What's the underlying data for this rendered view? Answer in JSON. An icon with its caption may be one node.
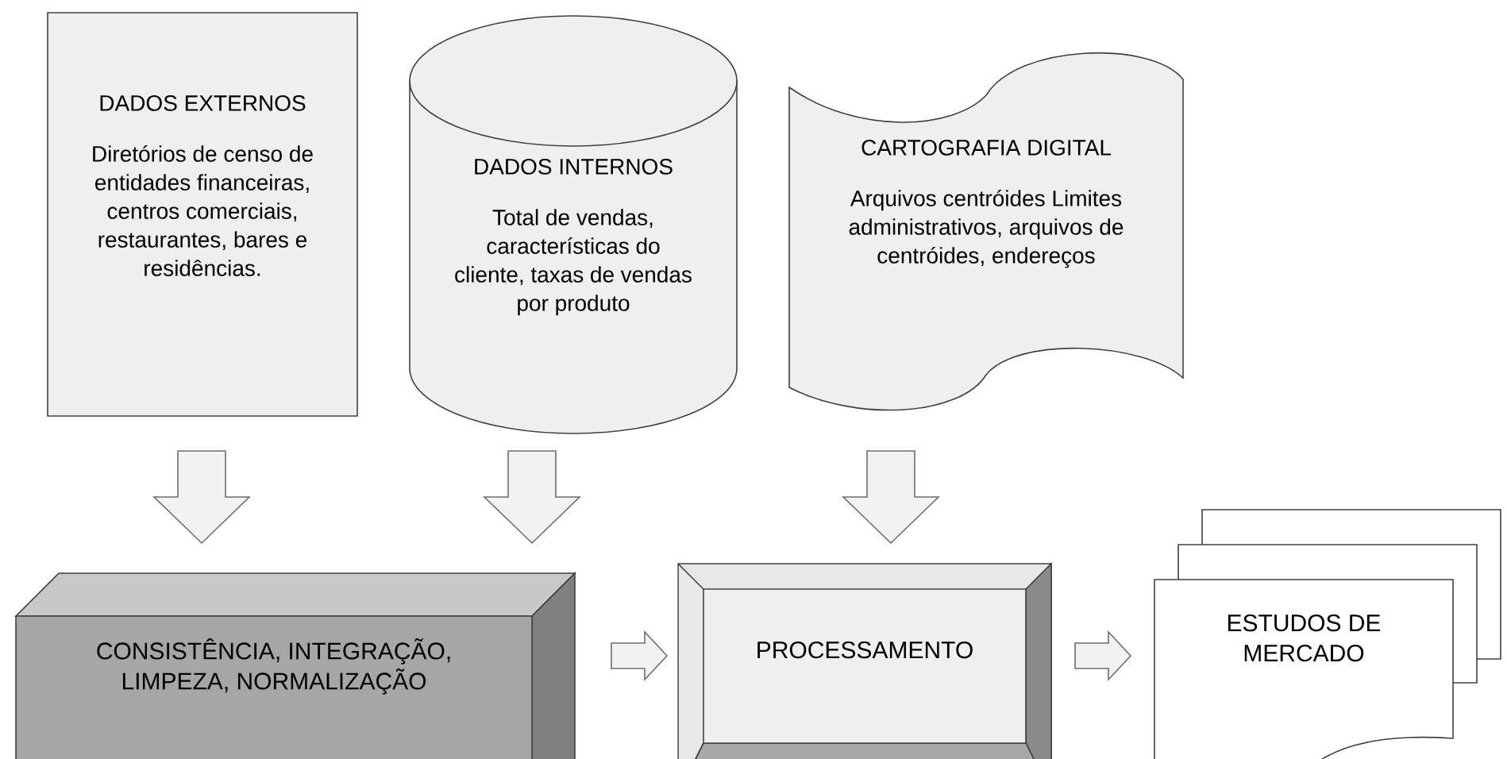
{
  "diagram": {
    "nodes": [
      {
        "text": [
          "DADOS EXTERNOS",
          "Diretórios de censo de entidades financeiras, centros comerciais, restaurantes, bares e residências."
        ]
      },
      {
        "text": [
          "DADOS INTERNOS",
          "Total de vendas, características do cliente, taxas de vendas por produto"
        ]
      },
      {
        "text": [
          "CARTOGRAFIA DIGITAL",
          "Arquivos centróides Limites administrativos, arquivos de centróides, endereços"
        ]
      },
      {
        "text": [
          "CONSISTÊNCIA, INTEGRAÇÃO, LIMPEZA, NORMALIZAÇÃO"
        ]
      },
      {
        "text": [
          "PROCESSAMENTO"
        ]
      },
      {
        "text": [
          "ESTUDOS DE MERCADO"
        ]
      }
    ],
    "edges": [
      {
        "from": 0,
        "to": 3,
        "arrow": "to"
      },
      {
        "from": 1,
        "to": 3,
        "arrow": "to"
      },
      {
        "from": 2,
        "to": 4,
        "arrow": "to"
      },
      {
        "from": 3,
        "to": 4,
        "arrow": "to"
      },
      {
        "from": 4,
        "to": 5,
        "arrow": "to"
      }
    ]
  }
}
